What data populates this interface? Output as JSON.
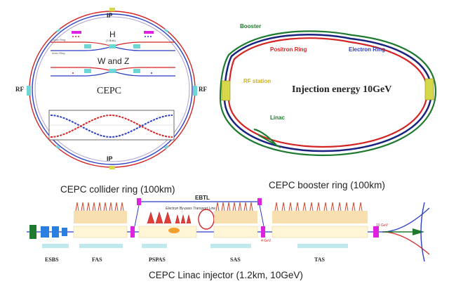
{
  "collider": {
    "top_ip": "IP",
    "bottom_ip": "IP",
    "rf_left": "RF",
    "rf_right": "RF",
    "mode_h": "H",
    "mode_h_sub": "(3 Bulk)",
    "mode_wz": "W and Z",
    "center_label": "CEPC",
    "inner_ring": "Inner Ring",
    "outer_ring": "Outer Ring",
    "caption": "CEPC collider ring (100km)"
  },
  "booster": {
    "booster_label": "Booster",
    "positron_label": "Positron Ring",
    "electron_label": "Electron Ring",
    "rf_station_label": "RF station",
    "injection_label": "Injection energy 10GeV",
    "linac_label": "Linac",
    "caption": "CEPC booster ring (100km)"
  },
  "linac": {
    "ebtl_label": "EBTL",
    "transport_label": "Electron By-pass Transport Line",
    "section_labels": [
      "ESBS",
      "FAS",
      "PSPAS",
      "SAS",
      "TAS"
    ],
    "energy_labels": [
      "4 GeV",
      "10 GeV"
    ],
    "caption": "CEPC Linac injector (1.2km, 10GeV)"
  },
  "colors": {
    "blue": "#2b3fc4",
    "red": "#d42424",
    "green": "#1e7a2e",
    "navy": "#1a237e",
    "magenta": "#e020e0",
    "yellow": "#d6d84a",
    "cyan": "#6fd6d6",
    "orange": "#f0a030"
  }
}
